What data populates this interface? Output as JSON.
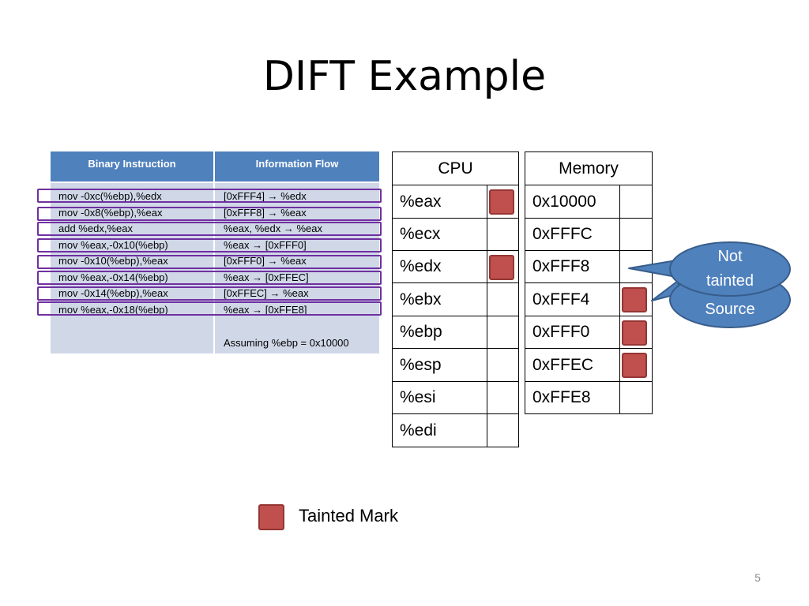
{
  "slide": {
    "title": "DIFT Example",
    "page_number": "5"
  },
  "instruction_table": {
    "headers": [
      "Binary Instruction",
      "Information Flow"
    ],
    "rows": [
      {
        "instruction": "mov    -0xc(%ebp),%edx",
        "flow": "[0xFFF4] → %edx"
      },
      {
        "instruction": "mov    -0x8(%ebp),%eax",
        "flow": "[0xFFF8] → %eax"
      },
      {
        "instruction": "add    %edx,%eax",
        "flow": "%eax, %edx → %eax"
      },
      {
        "instruction": "mov    %eax,-0x10(%ebp)",
        "flow": "%eax → [0xFFF0]"
      },
      {
        "instruction": "mov    -0x10(%ebp),%eax",
        "flow": "[0xFFF0]  → %eax"
      },
      {
        "instruction": "mov    %eax,-0x14(%ebp)",
        "flow": "%eax → [0xFFEC]"
      },
      {
        "instruction": "mov    -0x14(%ebp),%eax",
        "flow": "[0xFFEC]  → %eax"
      },
      {
        "instruction": "mov    %eax,-0x18(%ebp)",
        "flow": "%eax → [0xFFE8]"
      }
    ],
    "note": "Assuming %ebp = 0x10000"
  },
  "cpu_table": {
    "header": "CPU",
    "rows": [
      {
        "register": "%eax",
        "tainted": true
      },
      {
        "register": "%ecx",
        "tainted": false
      },
      {
        "register": "%edx",
        "tainted": true
      },
      {
        "register": "%ebx",
        "tainted": false
      },
      {
        "register": "%ebp",
        "tainted": false
      },
      {
        "register": "%esp",
        "tainted": false
      },
      {
        "register": "%esi",
        "tainted": false
      },
      {
        "register": "%edi",
        "tainted": false
      }
    ]
  },
  "memory_table": {
    "header": "Memory",
    "rows": [
      {
        "address": "0x10000",
        "tainted": false
      },
      {
        "address": "0xFFFC",
        "tainted": false
      },
      {
        "address": "0xFFF8",
        "tainted": false
      },
      {
        "address": "0xFFF4",
        "tainted": true
      },
      {
        "address": "0xFFF0",
        "tainted": true
      },
      {
        "address": "0xFFEC",
        "tainted": true
      },
      {
        "address": "0xFFE8",
        "tainted": false
      }
    ]
  },
  "callouts": {
    "back": "Source",
    "front_line1": "Not",
    "front_line2": "tainted"
  },
  "legend": {
    "label": "Tainted Mark"
  },
  "colors": {
    "header_blue": "#4f81bd",
    "cell_blue": "#d0d8e8",
    "taint_red": "#c0504d",
    "highlight_purple": "#7030a0",
    "callout_blue": "#4f81bd"
  }
}
